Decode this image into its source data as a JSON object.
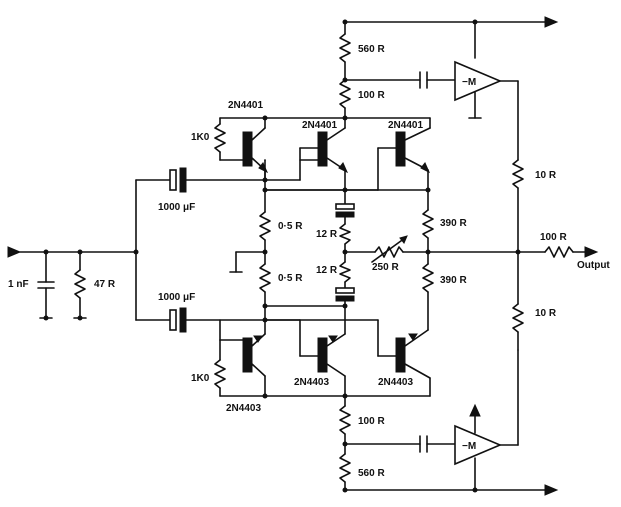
{
  "labels": {
    "r560_top": "560 R",
    "r100_top": "100 R",
    "q_top_left": "2N4401",
    "q_top_mid": "2N4401",
    "q_top_right": "2N4401",
    "r1k0_top": "1K0",
    "c1000_top": "1000 μF",
    "r05_top": "0·5 R",
    "r05_bot": "0·5 R",
    "r12_top": "12 R",
    "r12_bot": "12 R",
    "r250": "250 R",
    "r390_top": "390 R",
    "r390_bot": "390 R",
    "r10_top": "10 R",
    "r10_bot": "10 R",
    "r100_out": "100 R",
    "output": "Output",
    "c1nf": "1 nF",
    "r47": "47 R",
    "c1000_bot": "1000 μF",
    "r1k0_bot": "1K0",
    "q_bot_left": "2N4403",
    "q_bot_mid": "2N4403",
    "q_bot_right": "2N4403",
    "r100_bot": "100 R",
    "r560_bot": "560 R",
    "amp_top": "−M",
    "amp_bot": "−M"
  }
}
